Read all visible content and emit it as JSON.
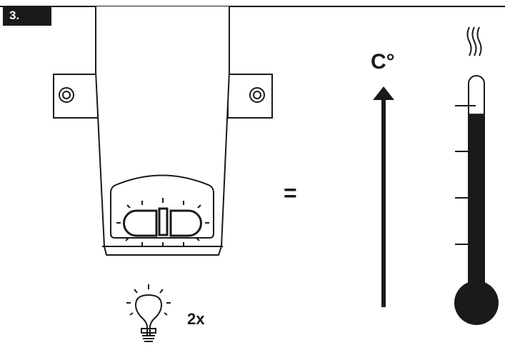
{
  "step_label": "3.",
  "equals_sign": "=",
  "temperature_unit": "C°",
  "bulb_count": "2x",
  "colors": {
    "ink": "#1a1a1a",
    "background": "#ffffff"
  },
  "icons": [
    "device-housing",
    "lit-indicator-lamps",
    "bracket-screw-icon",
    "light-bulb-icon",
    "up-arrow-icon",
    "heat-waves-icon",
    "thermometer-icon"
  ],
  "thermometer": {
    "tick_count": 4,
    "fill_level": 0.85
  }
}
